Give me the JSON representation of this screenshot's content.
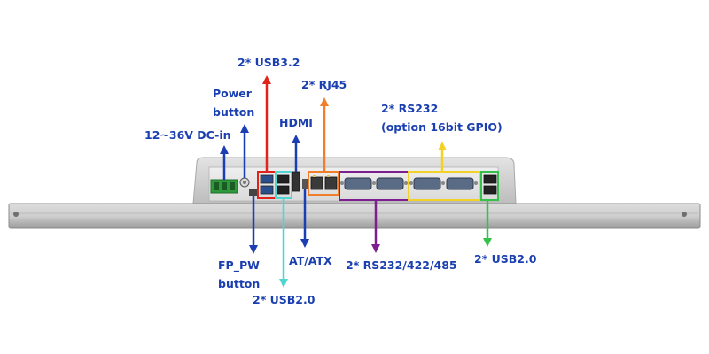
{
  "labels": {
    "usb32": "2* USB3.2",
    "power_button_line1": "Power",
    "power_button_line2": "button",
    "dc_in": "12~36V DC-in",
    "rj45": "2* RJ45",
    "hdmi": "HDMI",
    "rs232_line1": "2* RS232",
    "rs232_line2": "(option 16bit GPIO)",
    "fp_pw_line1": "FP_PW",
    "fp_pw_line2": "button",
    "at_atx": "AT/ATX",
    "rs232_422_485": "2* RS232/422/485",
    "usb20_right": "2* USB2.0",
    "usb20_bottom": "2* USB2.0"
  },
  "colors": {
    "label_text": "#1a3fb0",
    "blue_arrow": "#1b3fb3",
    "red": "#e0241b",
    "teal": "#4fd6d0",
    "orange": "#f07e2a",
    "purple": "#7d1f8e",
    "yellow": "#f2d12a",
    "green": "#36c24a",
    "panel_body": "#c8c8c8",
    "panel_dark": "#8f8f8f"
  }
}
